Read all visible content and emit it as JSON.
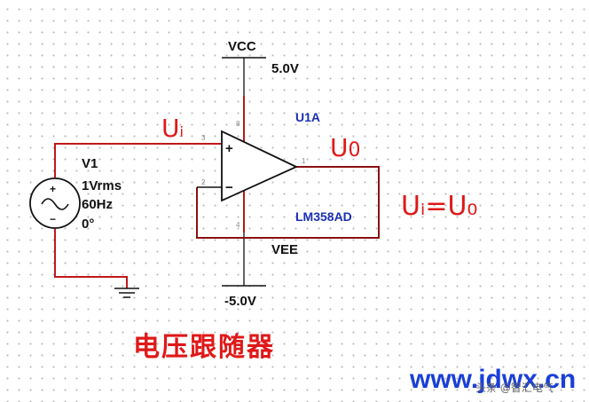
{
  "labels": {
    "vcc": "VCC",
    "vcc_value": "5.0V",
    "vee": "VEE",
    "vee_value": "-5.0V",
    "ref": "U1A",
    "part": "LM358AD",
    "source_name": "V1",
    "source_amplitude": "1Vrms",
    "source_frequency": "60Hz",
    "source_phase": "0°",
    "pin_in_plus": "3",
    "pin_in_minus": "2",
    "pin_out": "1",
    "pin_vcc": "8",
    "pin_vee": "4",
    "opamp_plus": "+",
    "opamp_minus": "−",
    "src_plus": "+",
    "src_minus": "−"
  },
  "annotations": {
    "ui_main": "U",
    "ui_sub": "i",
    "uo_main": "U",
    "uo_sub": "0",
    "equation": "Uᵢ=U₀"
  },
  "title": "电压跟随器",
  "watermark": {
    "site": "www.jdwx.cn",
    "overlay": "头条 @智汇电气"
  },
  "colors": {
    "wire_red": "#c01818",
    "wire_dark": "#8a1010",
    "annotation_red": "#e01818",
    "part_blue": "#1a2fb4",
    "watermark_blue": "#1a3fd8"
  }
}
